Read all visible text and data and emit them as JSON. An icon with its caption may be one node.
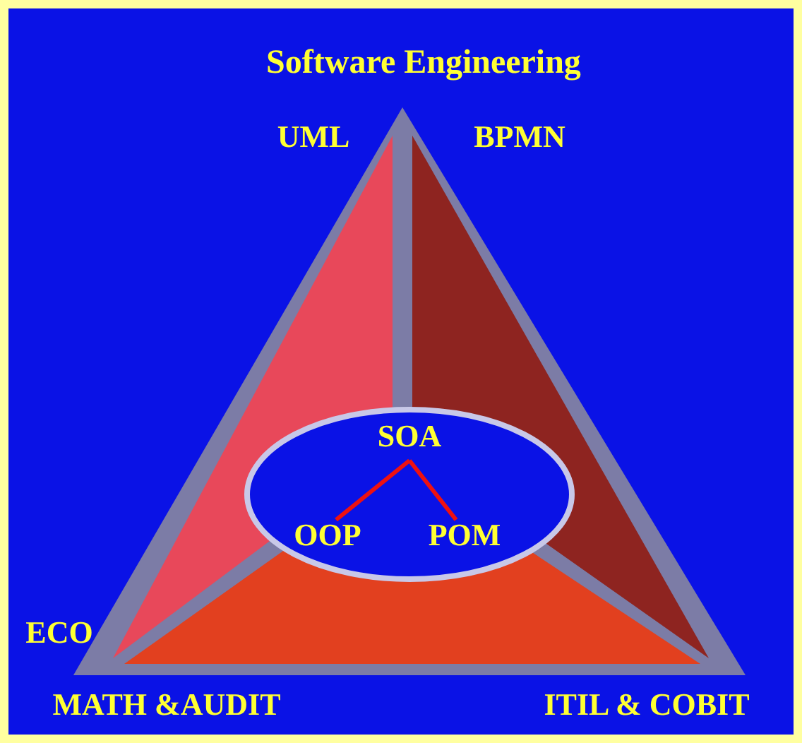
{
  "diagram": {
    "title": "Software Engineering",
    "nodes": [
      {
        "text": [],
        "shape": "ellipse"
      },
      {
        "text": [
          "SOA"
        ],
        "in": 0
      },
      {
        "text": [
          "OOP"
        ],
        "in": 0
      },
      {
        "text": [
          "POM"
        ],
        "in": 0
      }
    ],
    "edges": [
      {
        "from": 1,
        "to": 2,
        "arrow": "none",
        "color": "#ee1111"
      },
      {
        "from": 1,
        "to": 3,
        "arrow": "none",
        "color": "#ee1111"
      }
    ],
    "labels": [
      "UML",
      "BPMN",
      "ECO",
      "MATH &AUDIT",
      "ITIL & COBIT"
    ]
  }
}
